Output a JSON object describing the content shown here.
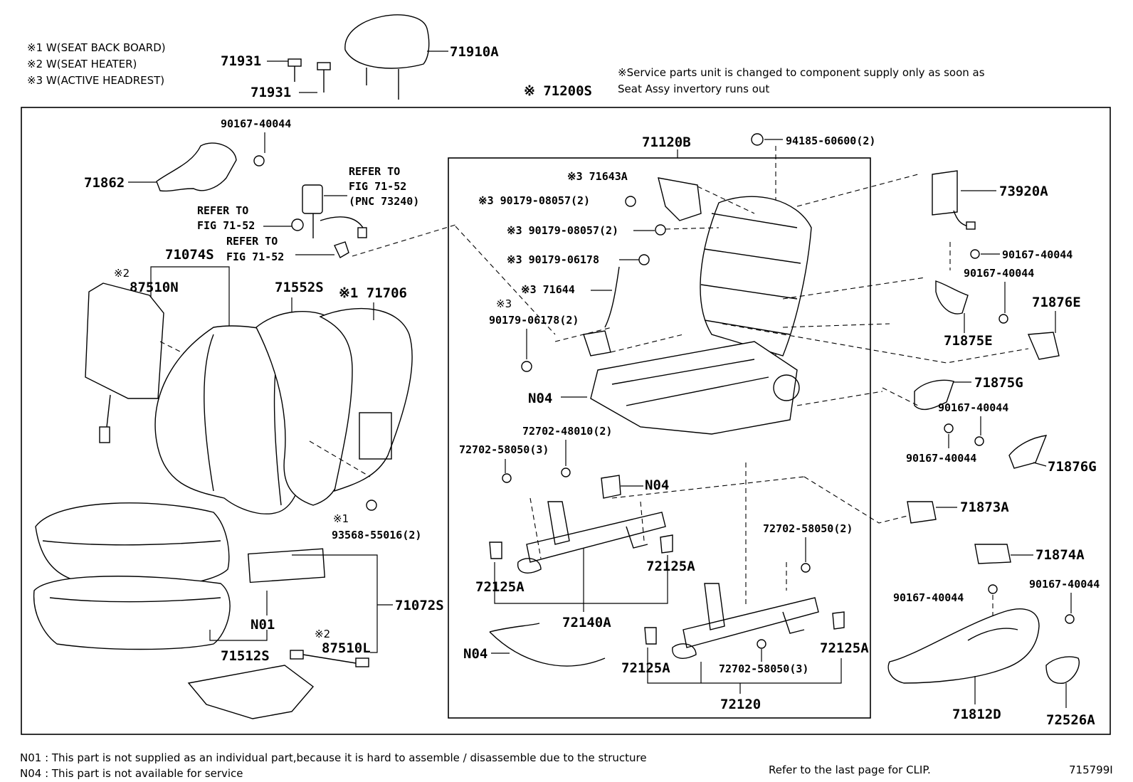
{
  "legend_notes": [
    "※1 W(SEAT BACK BOARD)",
    "※2 W(SEAT HEATER)",
    "※3 W(ACTIVE HEADREST)"
  ],
  "service_note": [
    "※Service parts unit is changed to component supply only as soon as",
    "Seat Assy invertory runs out"
  ],
  "assembly_label": "※ 71200S",
  "parts": {
    "p71931a": "71931",
    "p71931b": "71931",
    "p71910A": "71910A",
    "p90167_top": "90167-40044",
    "p71862": "71862",
    "ref1": [
      "REFER TO",
      "FIG 71-52",
      "(PNC 73240)"
    ],
    "ref2": [
      "REFER TO",
      "FIG 71-52"
    ],
    "ref3": [
      "REFER TO",
      "FIG 71-52"
    ],
    "p71074S": "71074S",
    "p87510N_mark": "※2",
    "p87510N": "87510N",
    "p71552S": "71552S",
    "p71706": "※1 71706",
    "p93568_mark": "※1",
    "p93568": "93568-55016(2)",
    "p71072S": "71072S",
    "pN01": "N01",
    "p71512S": "71512S",
    "p87510L_mark": "※2",
    "p87510L": "87510L",
    "p71120B": "71120B",
    "p94185": "94185-60600(2)",
    "p71643A": "※3 71643A",
    "p90179_08057a": "※3 90179-08057(2)",
    "p90179_08057b": "※3 90179-08057(2)",
    "p90179_06178a": "※3 90179-06178",
    "p71644": "※3 71644",
    "p90179_06178b_mark": "※3",
    "p90179_06178b": "90179-06178(2)",
    "pN04a": "N04",
    "p72702_48010": "72702-48010(2)",
    "p72702_58050a": "72702-58050(3)",
    "pN04b": "N04",
    "p72125A_a": "72125A",
    "p72125A_b": "72125A",
    "p72140A": "72140A",
    "pN04c": "N04",
    "p72702_58050b": "72702-58050(2)",
    "p72125A_c": "72125A",
    "p72125A_d": "72125A",
    "p72702_58050c": "72702-58050(3)",
    "p72120": "72120",
    "p73920A": "73920A",
    "p90167_r1": "90167-40044",
    "p90167_r2": "90167-40044",
    "p71876E": "71876E",
    "p71875E": "71875E",
    "p71875G": "71875G",
    "p90167_r3": "90167-40044",
    "p90167_r4": "90167-40044",
    "p71876G": "71876G",
    "p71873A": "71873A",
    "p71874A": "71874A",
    "p90167_r5": "90167-40044",
    "p90167_r6": "90167-40044",
    "p71812D": "71812D",
    "p72526A": "72526A"
  },
  "footer": {
    "n01_note": "N01 : This part is not supplied as an individual part,because it is hard to assemble / disassemble due to the structure",
    "n04_note": "N04 : This part is not available for service",
    "clip_note": "Refer to the last page for CLIP.",
    "figure_id": "715799I"
  }
}
